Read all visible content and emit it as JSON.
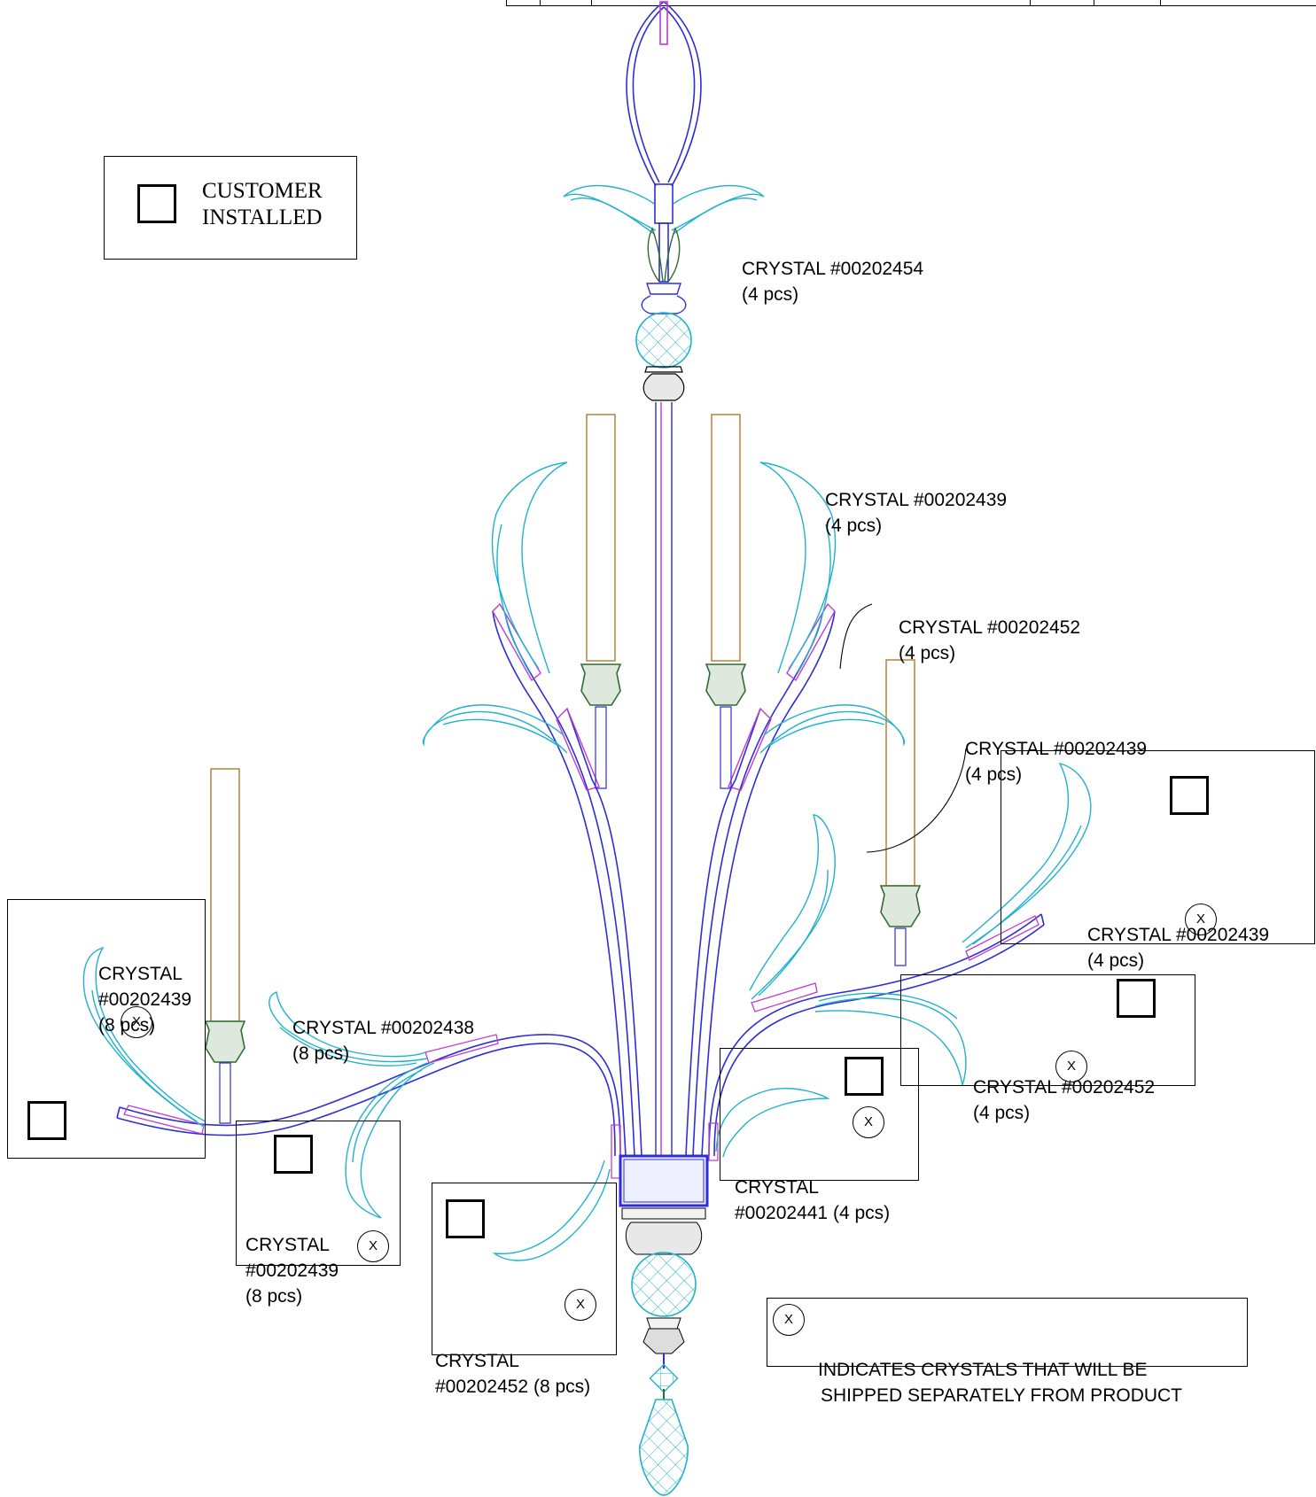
{
  "legend": {
    "customer_installed_line1": "CUSTOMER",
    "customer_installed_line2": "INSTALLED",
    "shipped_sep_line1": "INDICATES CRYSTALS THAT WILL BE",
    "shipped_sep_line2": "SHIPPED SEPARATELY FROM PRODUCT",
    "x_mark": "X"
  },
  "callouts": [
    {
      "line1": "CRYSTAL #00202454",
      "line2": "(4 pcs)"
    },
    {
      "line1": "CRYSTAL #00202439",
      "line2": "(4 pcs)"
    },
    {
      "line1": "CRYSTAL #00202452",
      "line2": "(4 pcs)"
    },
    {
      "line1": "CRYSTAL #00202439",
      "line2": "(4 pcs)"
    },
    {
      "line1": "CRYSTAL #00202438",
      "line2": "(8 pcs)"
    }
  ],
  "boxed": [
    {
      "line1": "CRYSTAL #00202439",
      "line2": "(4 pcs)"
    },
    {
      "line1": "CRYSTAL",
      "line2": "#00202439",
      "line3": "(8 pcs)"
    },
    {
      "line1": "CRYSTAL #00202452",
      "line2": "(4 pcs)"
    },
    {
      "line1": "CRYSTAL",
      "line2": "#00202441 (4 pcs)"
    },
    {
      "line1": "CRYSTAL",
      "line2": "#00202439",
      "line3": "(8 pcs)"
    },
    {
      "line1": "CRYSTAL",
      "line2": "#00202452 (8 pcs)"
    }
  ],
  "colors": {
    "frame": "#2e2ed6",
    "crystal": "#1fb2cc",
    "candle": "#b07a2a",
    "cup": "#2f6b33",
    "accent": "#c23ad0",
    "ink": "#000000"
  }
}
